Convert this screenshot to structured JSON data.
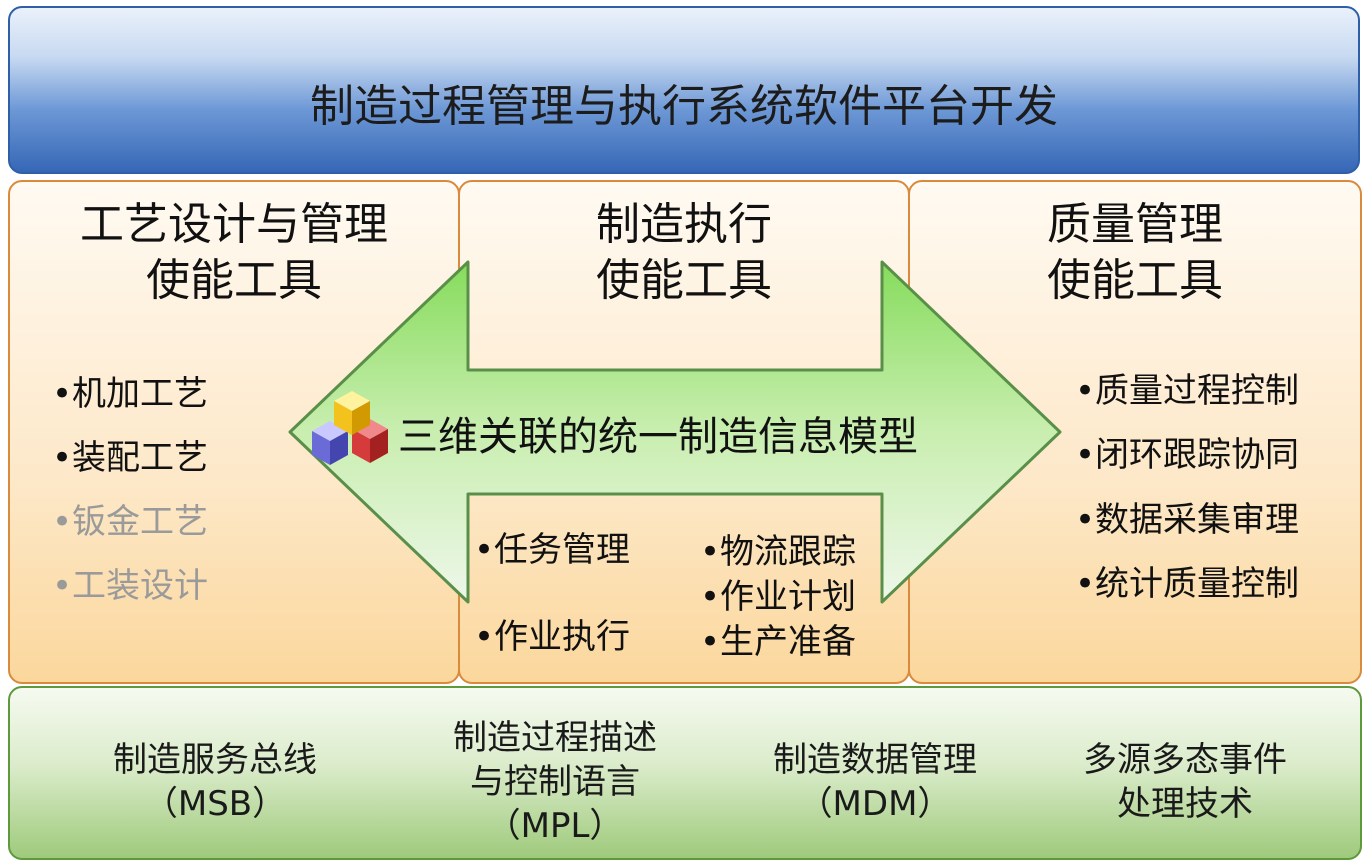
{
  "header": {
    "title": "制造过程管理与执行系统软件平台开发"
  },
  "panels": {
    "left": {
      "title_line1": "工艺设计与管理",
      "title_line2": "使能工具",
      "bullets": [
        {
          "text": "•机加工艺"
        },
        {
          "text": "•装配工艺"
        },
        {
          "text": "•钣金工艺"
        },
        {
          "text": "•工装设计"
        }
      ]
    },
    "middle": {
      "title_line1": "制造执行",
      "title_line2": "使能工具",
      "bullets_col1": [
        {
          "text": "•任务管理"
        },
        {
          "text": "•作业执行"
        }
      ],
      "bullets_col2": [
        {
          "text": "•物流跟踪"
        },
        {
          "text": "•作业计划"
        },
        {
          "text": "•生产准备"
        }
      ]
    },
    "right": {
      "title_line1": "质量管理",
      "title_line2": "使能工具",
      "bullets": [
        {
          "text": "•质量过程控制"
        },
        {
          "text": "•闭环跟踪协同"
        },
        {
          "text": "•数据采集审理"
        },
        {
          "text": "•统计质量控制"
        }
      ]
    }
  },
  "center": {
    "title": "三维关联的统一制造信息模型",
    "icon": "cubes-icon"
  },
  "bottom": {
    "items": [
      {
        "line1": "制造服务总线",
        "line2": "（MSB）"
      },
      {
        "line1": "制造过程描述",
        "line2": "与控制语言",
        "line3": "（MPL）"
      },
      {
        "line1": "制造数据管理",
        "line2": "（MDM）"
      },
      {
        "line1": "多源多态事件",
        "line2": "处理技术"
      }
    ]
  },
  "colors": {
    "header_blue": "#3667b6",
    "panel_orange_border": "#d98a3c",
    "panel_fill": "#fde8c8",
    "arrow_green": "#9fe07d",
    "arrow_border": "#5a8f4a",
    "bottom_green": "#9fca7c",
    "muted_text": "#9a9a9a"
  }
}
